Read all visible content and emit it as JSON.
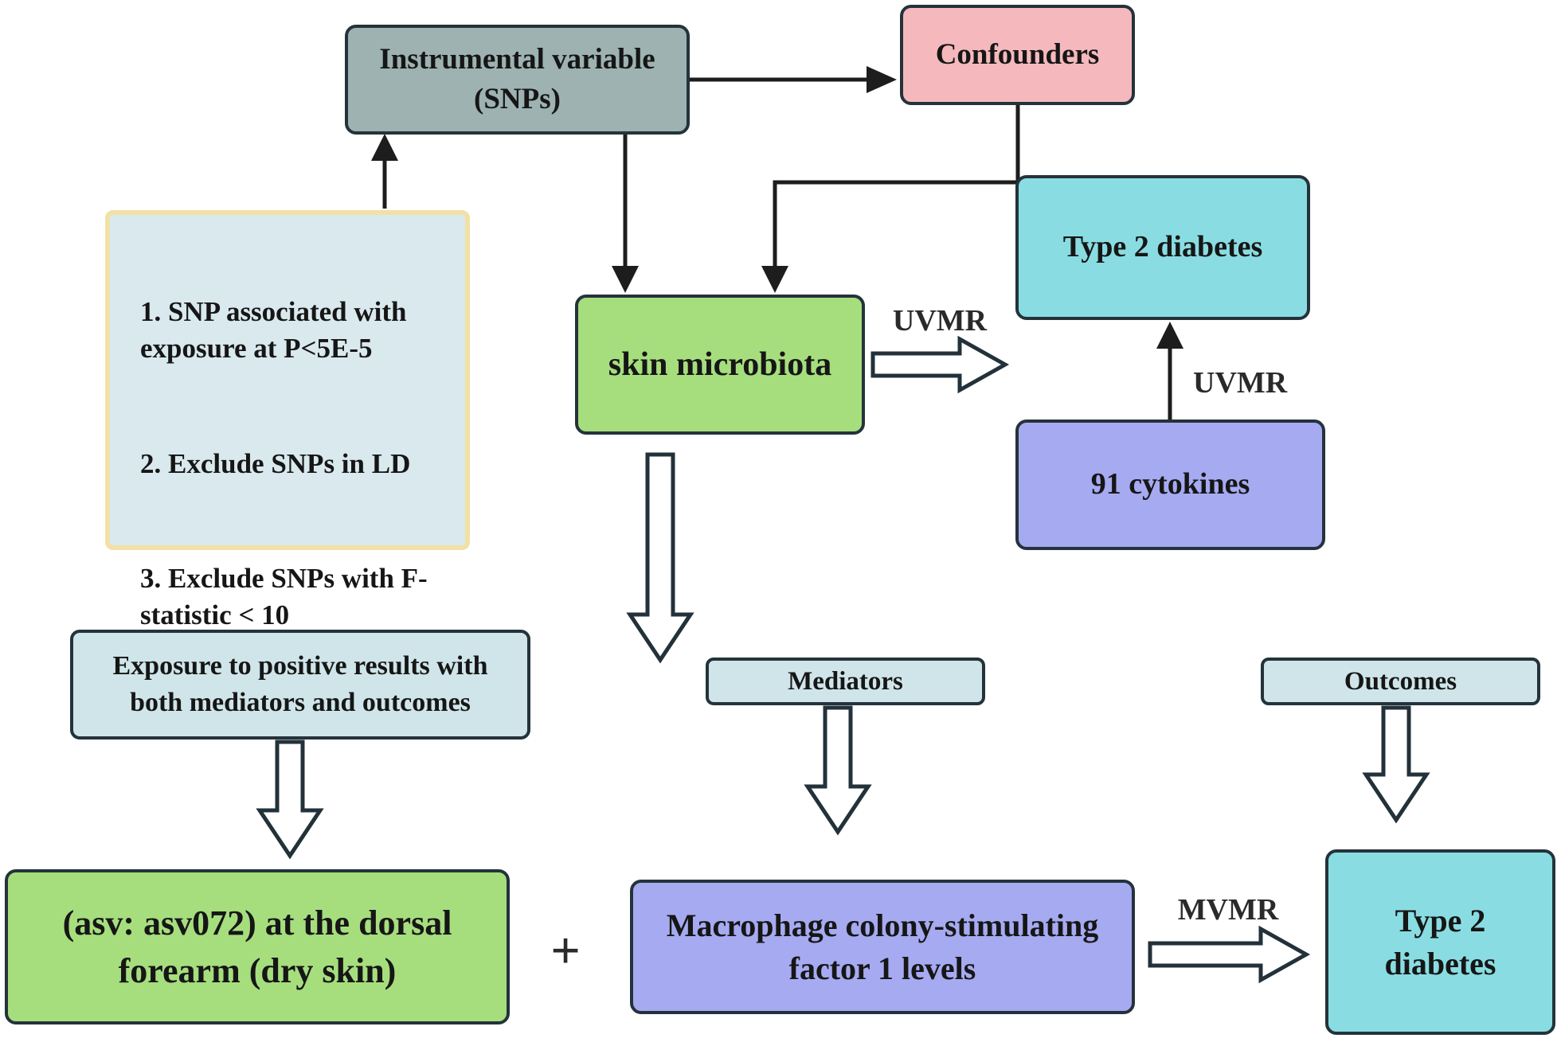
{
  "colors": {
    "instrumental_fill": "#9db2b1",
    "confounders_fill": "#f5b9bd",
    "criteria_fill": "#d9e9ee",
    "criteria_border": "#f1e1a6",
    "green_fill": "#a6de7e",
    "cyan_fill": "#89dde2",
    "purple_fill": "#a6aaf1",
    "lightblue_fill": "#cfe5e9",
    "node_border": "#24333b"
  },
  "nodes": {
    "instrumental_variable": {
      "label": "Instrumental variable\n(SNPs)"
    },
    "confounders": {
      "label": "Confounders"
    },
    "snp_criteria": {
      "items": [
        "1. SNP associated with exposure at P<5E-5",
        "2. Exclude SNPs in LD",
        "3. Exclude SNPs with F-statistic < 10"
      ]
    },
    "skin_microbiota": {
      "label": "skin microbiota"
    },
    "type2_diabetes_top": {
      "label": "Type 2 diabetes"
    },
    "cytokines": {
      "label": "91 cytokines"
    },
    "mediators": {
      "label": "Mediators"
    },
    "outcomes": {
      "label": "Outcomes"
    },
    "exposure_note": {
      "label": "Exposure to positive results with\nboth mediators and outcomes"
    },
    "asv_exposure": {
      "label": "(asv: asv072) at the dorsal\nforearm (dry skin)"
    },
    "plus_sign": "+",
    "mediator_cytokine": {
      "label": "Macrophage colony-stimulating\nfactor 1 levels"
    },
    "type2_diabetes_bottom": {
      "label": "Type 2\ndiabetes"
    }
  },
  "edge_labels": {
    "uvmr_microbiota": "UVMR",
    "uvmr_cytokines": "UVMR",
    "mvmr": "MVMR"
  }
}
